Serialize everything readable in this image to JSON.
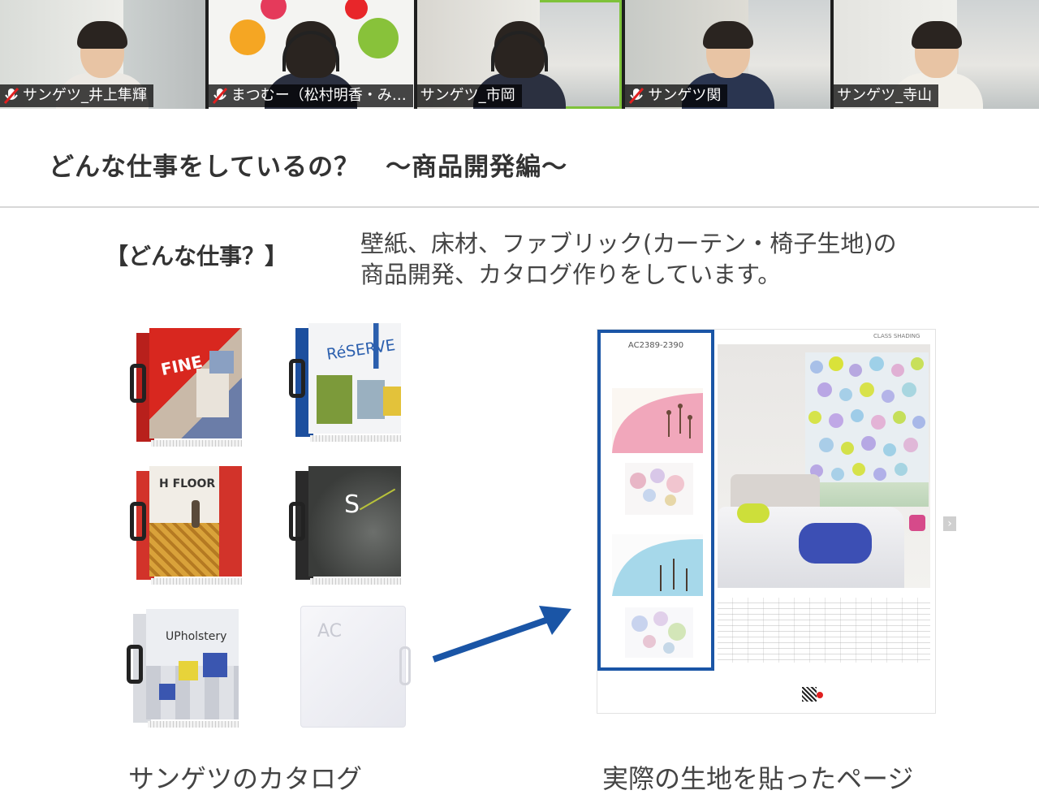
{
  "participants": [
    {
      "name": "サンゲツ_井上隼輝",
      "muted": true
    },
    {
      "name": "まつむー（松村明香・み…",
      "muted": true
    },
    {
      "name": "サンゲツ_市岡",
      "muted": false,
      "active": true
    },
    {
      "name": "サンゲツ関",
      "muted": true
    },
    {
      "name": "サンゲツ_寺山",
      "muted": false
    }
  ],
  "slide": {
    "title": "どんな仕事をしているの？　～商品開発編～",
    "section_label": "【どんな仕事？】",
    "description_lines": [
      "壁紙、床材、ファブリック(カーテン・椅子生地)の",
      "商品開発、カタログ作りをしています。"
    ],
    "caption_left": "サンゲツのカタログ",
    "caption_right": "実際の生地を貼ったページ",
    "catalogs": [
      {
        "title": "FINE"
      },
      {
        "title": "RéSERVE"
      },
      {
        "title": "H FLOOR"
      },
      {
        "title": "S"
      },
      {
        "title": "UPholstery"
      },
      {
        "title": "AC"
      }
    ],
    "catalog_page": {
      "code": "AC2389-2390",
      "brand": "CLASS SHADING",
      "next": "›"
    }
  },
  "colors": {
    "accent_blue": "#1a55a6",
    "active_speaker": "#7ec23a",
    "mute_red": "#e02020"
  }
}
